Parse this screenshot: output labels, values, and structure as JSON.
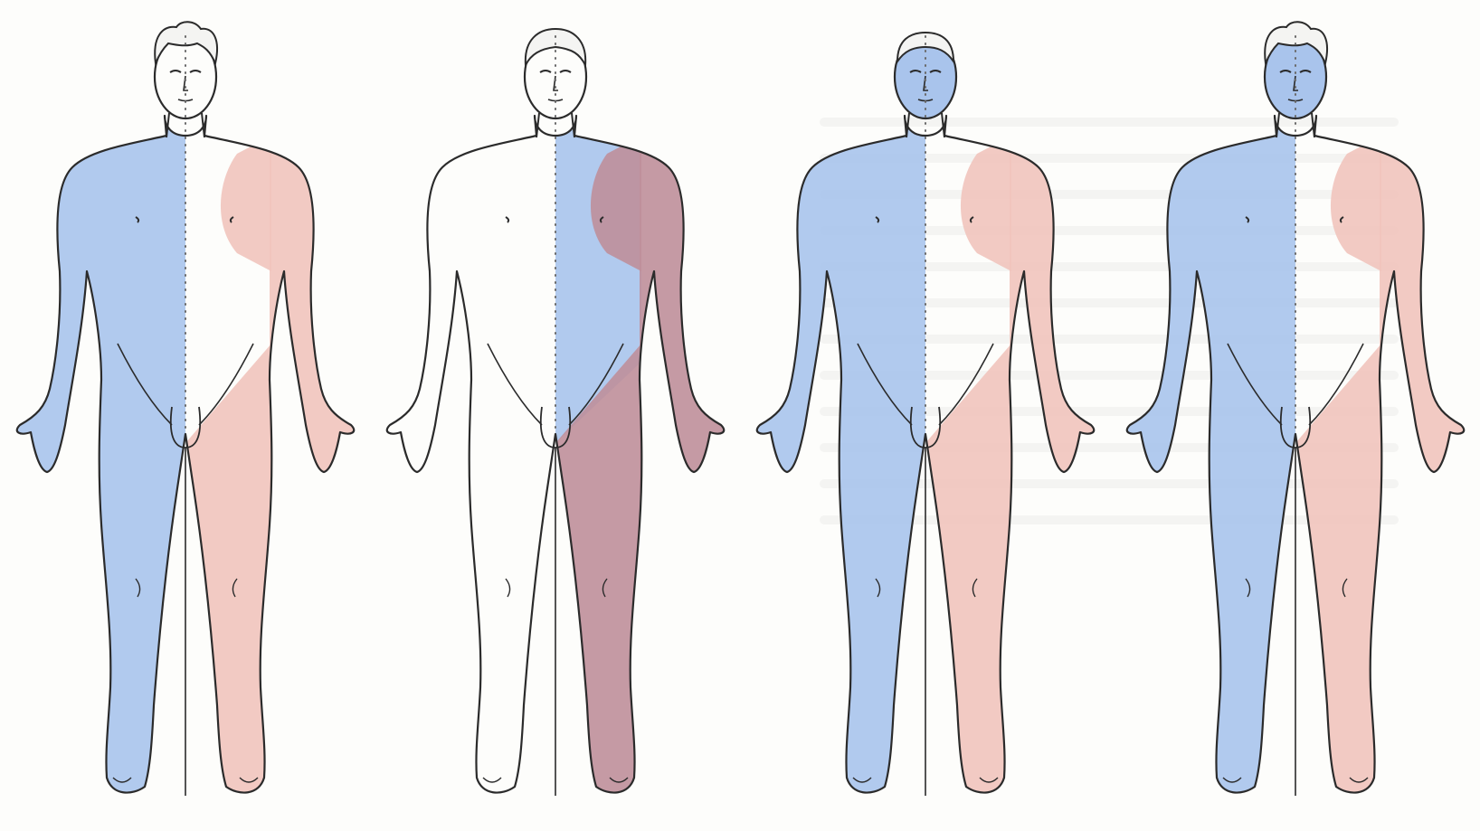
{
  "colors": {
    "blue_zone": "#a9c4ec",
    "red_zone": "#f1c4bd",
    "dark_red_zone": "#bf8f9a",
    "outline": "#2b2b2b",
    "midline": "#6a6a6a",
    "paper": "#fdfdfb"
  },
  "figures": [
    {
      "name": "figure-1",
      "hair": "curly",
      "left_half": "blue",
      "right_trunk": "white",
      "right_arm": "red",
      "right_leg": "red"
    },
    {
      "name": "figure-2",
      "hair": "wavy",
      "left_half": "white",
      "right_trunk": "blue",
      "right_arm": "dark-red",
      "right_leg": "dark-red"
    },
    {
      "name": "figure-3",
      "hair": "short",
      "left_half": "blue",
      "right_trunk": "white",
      "right_arm": "red",
      "right_leg": "red"
    },
    {
      "name": "figure-4",
      "hair": "curly",
      "left_half": "blue",
      "right_trunk": "white",
      "right_arm": "red",
      "right_leg": "red"
    }
  ]
}
